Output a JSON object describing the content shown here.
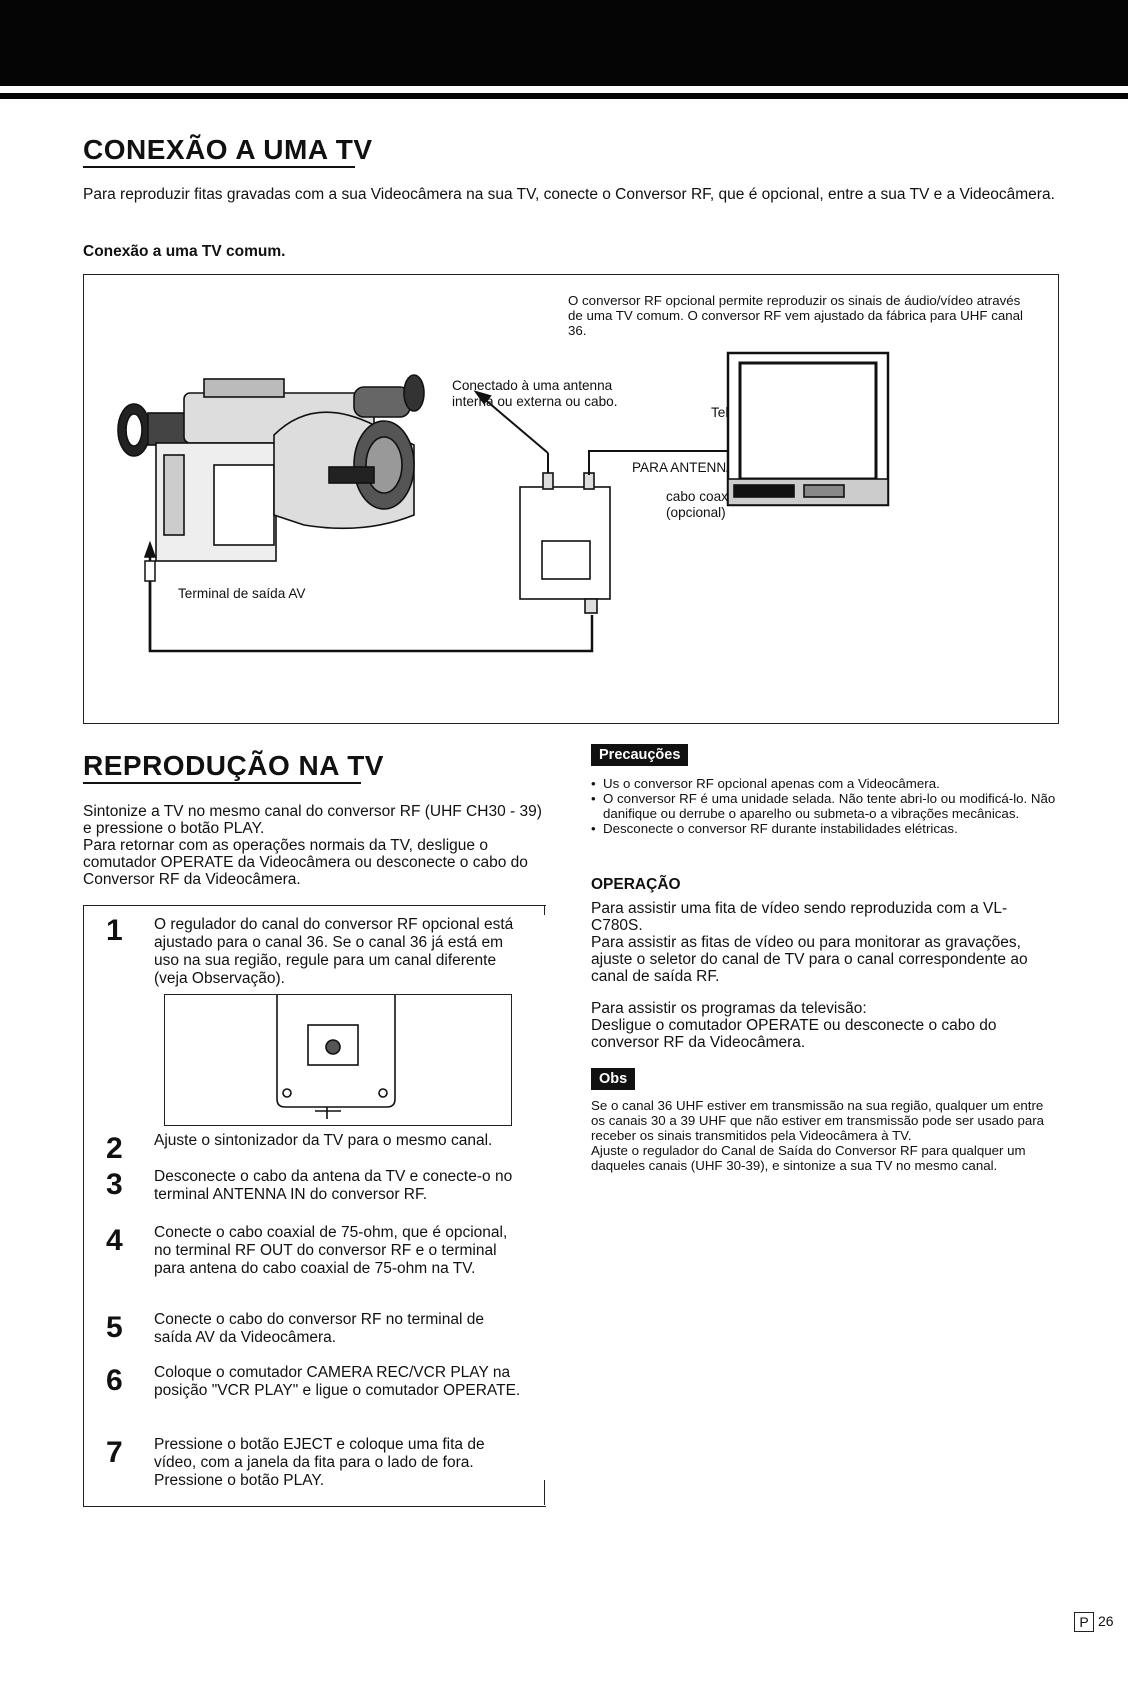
{
  "section1": {
    "title": "CONEXÃO A UMA TV",
    "intro": "Para reproduzir fitas gravadas com a sua Videocâmera na sua TV, conecte o Conversor RF, que é opcional, entre a sua TV e a Videocâmera.",
    "subheading": "Conexão a uma TV comum.",
    "diagram": {
      "note": "O conversor RF opcional permite reproduzir os sinais de áudio/vídeo através de uma TV comum. O conversor RF vem ajustado da fábrica para UHF canal 36.",
      "antenna_label": "Conectado à uma antenna interna ou externa ou cabo.",
      "tv_label": "Televisor",
      "antenna_in_label": "PARA ANTENNA IN",
      "coax_label": "cabo coaxial (opcional)",
      "av_out_label": "Terminal de saída AV"
    }
  },
  "section2": {
    "title": "REPRODUÇÃO NA TV",
    "intro_lines": [
      "Sintonize a TV no mesmo canal do conversor RF (UHF CH30 - 39) e pressione o botão PLAY.",
      "Para retornar com as operações normais da TV, desligue o comutador OPERATE da Videocâmera ou desconecte o cabo do Conversor RF da Videocâmera."
    ],
    "steps": [
      {
        "num": "1",
        "text": "O regulador do canal do conversor RF opcional está ajustado para o canal 36. Se o canal 36 já está em uso na sua região, regule para um canal diferente (veja Observação)."
      },
      {
        "num": "2",
        "text": "Ajuste o sintonizador da TV para o mesmo canal."
      },
      {
        "num": "3",
        "text": "Desconecte o cabo da antena da TV e conecte-o no terminal ANTENNA IN do conversor RF."
      },
      {
        "num": "4",
        "text": "Conecte o cabo coaxial de 75-ohm, que é opcional, no terminal RF OUT do conversor RF e o terminal para antena do cabo coaxial de 75-ohm na TV."
      },
      {
        "num": "5",
        "text": "Conecte o cabo do conversor RF no terminal de saída AV da Videocâmera."
      },
      {
        "num": "6",
        "text": "Coloque o comutador CAMERA REC/VCR PLAY na posição \"VCR PLAY\" e ligue o comutador OPERATE."
      },
      {
        "num": "7",
        "text": "Pressione o botão EJECT e coloque uma fita de vídeo, com a janela da fita para o lado de fora. Pressione o botão PLAY."
      }
    ]
  },
  "precautions": {
    "badge": "Precauções",
    "items": [
      "Us o conversor RF opcional apenas com a Videocâmera.",
      "O conversor RF é uma unidade selada. Não tente abri-lo ou modificá-lo. Não danifique ou derrube o aparelho ou submeta-o a vibrações mecânicas.",
      "Desconecte o conversor RF durante instabilidades elétricas."
    ]
  },
  "operation": {
    "heading": "OPERAÇÃO",
    "para1_lines": [
      "Para assistir uma fita de vídeo sendo reproduzida com a VL-C780S.",
      "Para assistir as fitas de vídeo ou para monitorar as gravações, ajuste o seletor do canal de TV para o canal correspondente ao canal de saída RF."
    ],
    "para2_lines": [
      "Para assistir os programas da televisão:",
      "Desligue o comutador OPERATE ou desconecte o cabo do conversor RF da Videocâmera."
    ]
  },
  "obs": {
    "badge": "Obs",
    "lines": [
      "Se o canal 36 UHF estiver em transmissão na sua região, qualquer um entre os canais 30 a 39 UHF que não estiver em transmissão pode ser usado para receber os sinais transmitidos pela Videocâmera à TV.",
      "Ajuste o regulador do Canal de Saída do Conversor RF para qualquer um daqueles canais (UHF 30-39), e sintonize a sua TV no mesmo canal."
    ]
  },
  "footer": {
    "lang": "P",
    "page": "26"
  }
}
